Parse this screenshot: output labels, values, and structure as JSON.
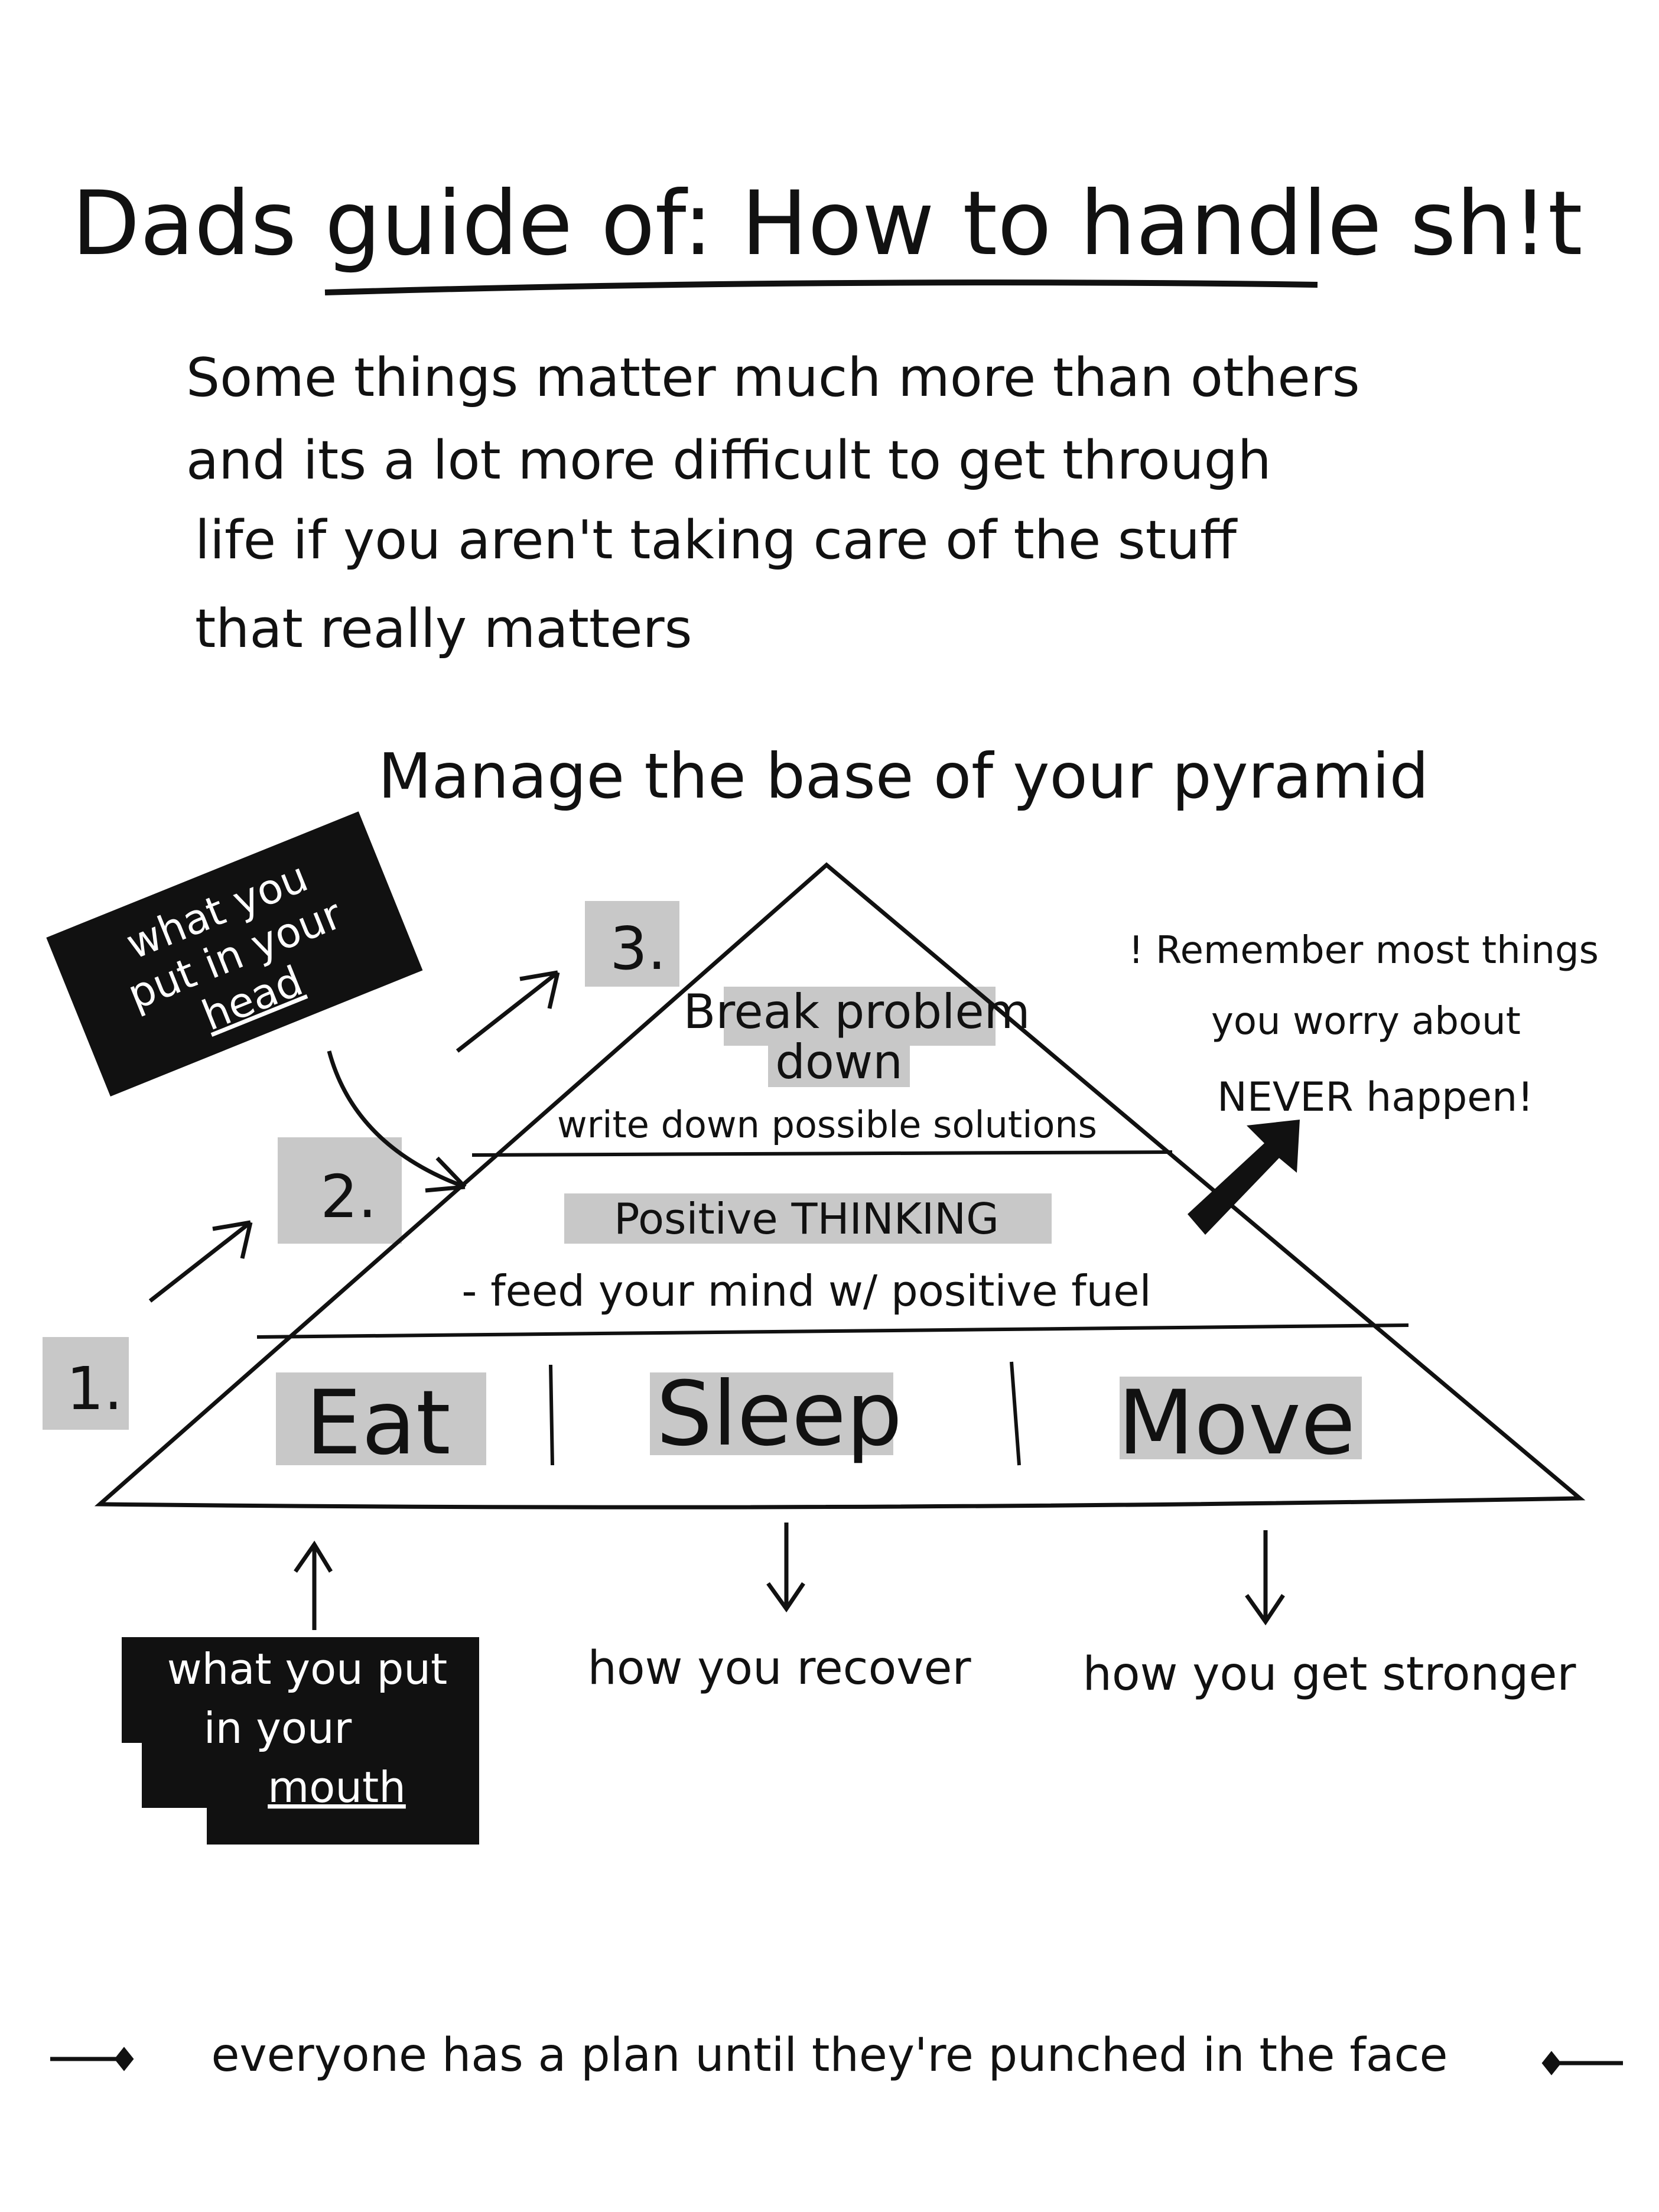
{
  "title": "Dads guide of: How to handle sh!t",
  "intro": {
    "lines": [
      "Some things matter much more than others",
      "and its a lot more difficult to get through",
      "life if you aren't taking care of the stuff",
      "that really matters"
    ]
  },
  "subtitle": "Manage the base of your pyramid",
  "pyramid": {
    "top": {
      "number": "3.",
      "title_lines": [
        "Break problem",
        "down"
      ],
      "note": "write down possible solutions"
    },
    "middle": {
      "number": "2.",
      "title": "Positive THINKING",
      "note": "- feed your mind w/ positive fuel"
    },
    "base": {
      "number": "1.",
      "items": [
        "Eat",
        "Sleep",
        "Move"
      ]
    }
  },
  "callouts": {
    "head_lines": [
      "what you",
      "put in your",
      "head"
    ],
    "mouth_lines": [
      "what you put",
      "in your",
      "mouth"
    ],
    "recover": "how you recover",
    "stronger": "how you get stronger",
    "remember_lines": [
      "! Remember most things",
      "you worry about",
      "NEVER happen!"
    ]
  },
  "footer_quote": "everyone has a plan until they're punched in the face",
  "colors": {
    "ink": "#111111",
    "highlight": "#c8c8c8",
    "paper": "#ffffff"
  }
}
